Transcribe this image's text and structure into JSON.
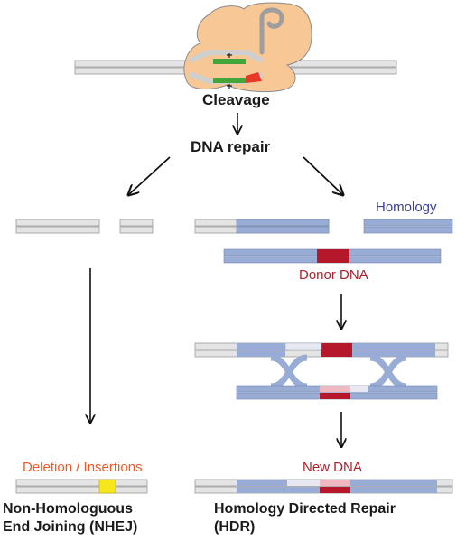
{
  "labels": {
    "cleavage": "Cleavage",
    "dna_repair": "DNA repair",
    "homology": "Homology",
    "donor_dna": "Donor DNA",
    "deletion_insertions": "Deletion / Insertions",
    "new_dna": "New DNA",
    "nhej_line1": "Non-Homologuous",
    "nhej_line2": "End Joining (NHEJ)",
    "hdr_line1": "Homology Directed Repair",
    "hdr_line2": "(HDR)"
  },
  "colors": {
    "homology_blue": "#3a3d9a",
    "donor_red": "#b0202c",
    "deletion_orange": "#ee5a2a",
    "strand_grey": "#e4e4e4",
    "strand_blue": "#98acd6",
    "donor_insert": "#b5172b",
    "insert_yellow": "#f6e71c",
    "cas9_body": "#f7c795",
    "guide_green": "#45a53a"
  }
}
